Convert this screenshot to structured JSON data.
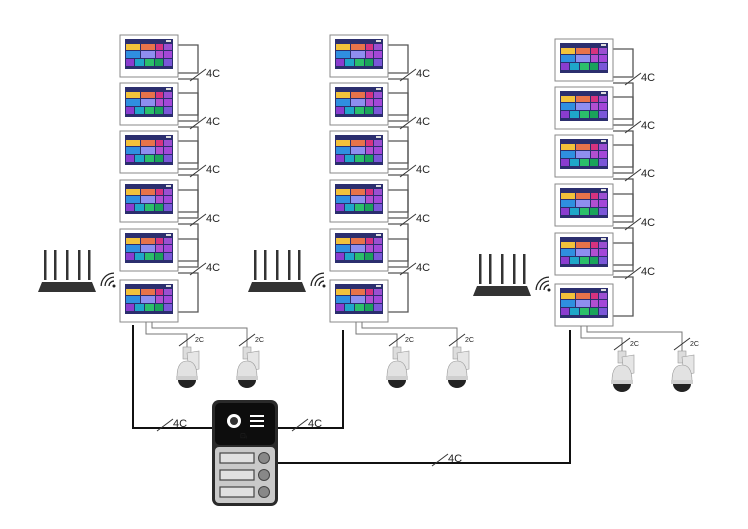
{
  "title": "Video intercom system wiring diagram",
  "cable_labels": {
    "monitor_link": "4C",
    "camera_link": "2C",
    "doorstation_link": "4C"
  },
  "groups": [
    {
      "id": "group-1",
      "monitors": 6,
      "monitor_links": [
        "4C",
        "4C",
        "4C",
        "4C",
        "4C"
      ],
      "cameras": 2,
      "camera_links": [
        "2C",
        "2C"
      ],
      "router": "wifi-router",
      "trunk_label": "4C"
    },
    {
      "id": "group-2",
      "monitors": 6,
      "monitor_links": [
        "4C",
        "4C",
        "4C",
        "4C",
        "4C"
      ],
      "cameras": 2,
      "camera_links": [
        "2C",
        "2C"
      ],
      "router": "wifi-router",
      "trunk_label": "4C"
    },
    {
      "id": "group-3",
      "monitors": 6,
      "monitor_links": [
        "4C",
        "4C",
        "4C",
        "4C",
        "4C"
      ],
      "cameras": 2,
      "camera_links": [
        "2C",
        "2C"
      ],
      "router": "wifi-router",
      "trunk_label": "4C"
    }
  ],
  "door_station": {
    "buttons": 3,
    "features": [
      "camera",
      "speaker",
      "rfid-reader"
    ]
  },
  "screen_colors": [
    "#f2c23a",
    "#e8734a",
    "#d6337f",
    "#9b4fd1",
    "#2f8fe0",
    "#8e8ef0",
    "#b14fd0",
    "#a347d8",
    "#8a3ccf",
    "#1fa6c9",
    "#2bbf6a",
    "#1aa35a",
    "#7a57d8"
  ]
}
